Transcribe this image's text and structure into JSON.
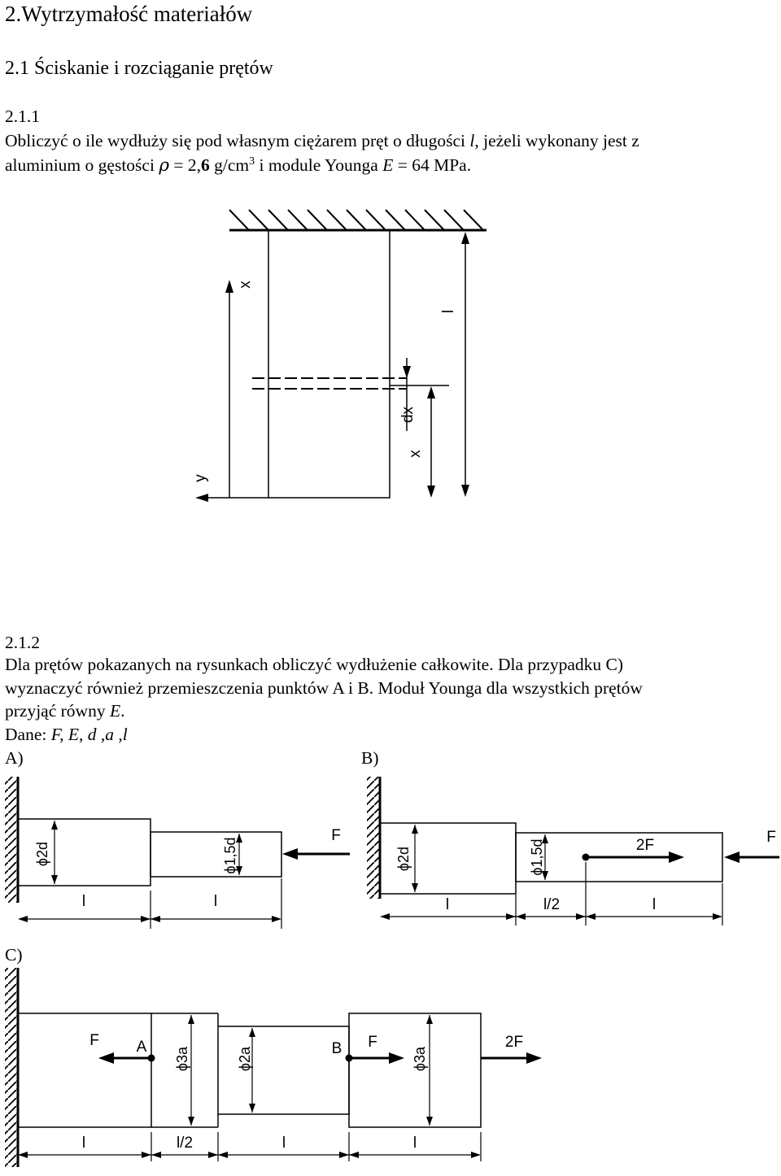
{
  "chapter_title": "2.Wytrzymałość materiałów",
  "section_title": "2.1 Ściskanie i rozciąganie prętów",
  "problem1": {
    "number": "2.1.1",
    "line1": {
      "a": "Obliczyć o ile wydłuży się pod własnym ciężarem pręt  o długości ",
      "var": "l",
      "b": ", jeżeli wykonany jest z"
    },
    "line2": {
      "a": "aluminium o gęstości ",
      "rho": "ρ",
      "eq": " = 2,",
      "bold6": "6",
      "unit": " g/cm",
      "sup": "3",
      "b": " i module Younga ",
      "E": "E",
      "c": " = 64 MPa."
    },
    "figure": {
      "label_x_top": "x",
      "label_l": "l",
      "label_dx": "dx",
      "label_x_bottom": "x",
      "label_y": "y"
    }
  },
  "problem2": {
    "number": "2.1.2",
    "text_lines": [
      "Dla prętów pokazanych na rysunkach obliczyć wydłużenie całkowite. Dla przypadku C)",
      "wyznaczyć również przemieszczenia punktów A i B. Moduł Younga dla wszystkich prętów"
    ],
    "last_line": {
      "a": "przyjąć równy ",
      "E": "E",
      "b": "."
    },
    "given": {
      "a": "Dane: ",
      "vars": "F, E, d ,a ,l"
    },
    "fig_a": {
      "tag": "A)",
      "d1": "ϕ2d",
      "d2": "ϕ1,5d",
      "force": "F",
      "len1": "l",
      "len2": "l"
    },
    "fig_b": {
      "tag": "B)",
      "d1": "ϕ2d",
      "d2": "ϕ1,5d",
      "force1": "2F",
      "force2": "F",
      "len1": "l",
      "len2": "l/2",
      "len3": "l"
    },
    "fig_c": {
      "tag": "C)",
      "force_left": "F",
      "point_a": "A",
      "d1": "ϕ3a",
      "d2": "ϕ2a",
      "point_b": "B",
      "force_mid": "F",
      "d3": "ϕ3a",
      "force_right": "2F",
      "len1": "l",
      "len2": "l/2",
      "len3": "l",
      "len4": "l"
    }
  }
}
